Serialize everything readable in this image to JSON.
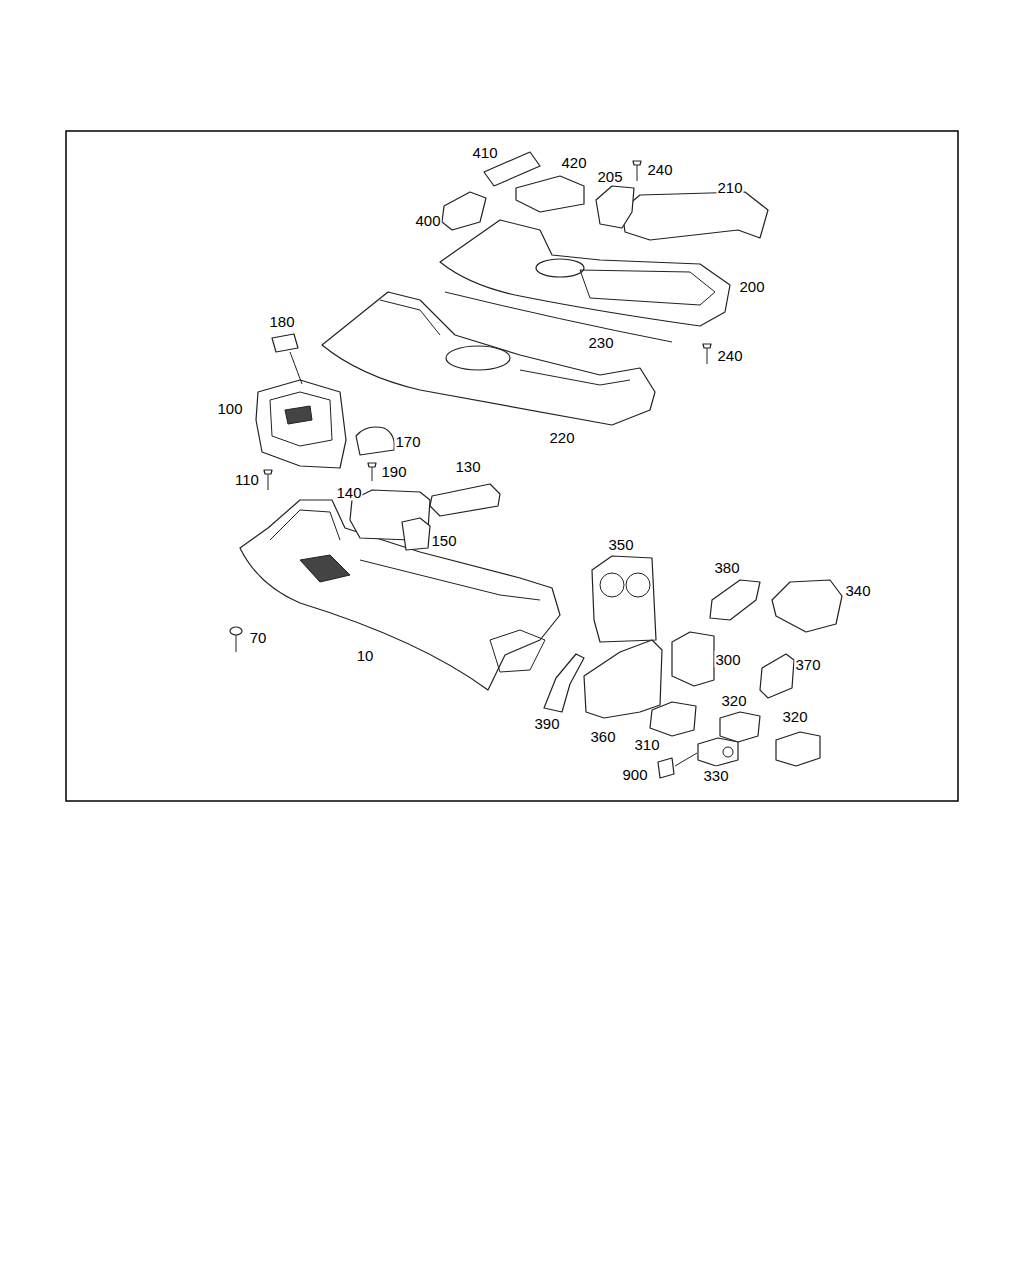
{
  "diagram": {
    "labels": [
      "410",
      "420",
      "205",
      "240",
      "210",
      "400",
      "200",
      "180",
      "230",
      "240",
      "100",
      "170",
      "220",
      "110",
      "190",
      "130",
      "140",
      "150",
      "350",
      "380",
      "340",
      "70",
      "10",
      "300",
      "370",
      "320",
      "320",
      "390",
      "360",
      "310",
      "900",
      "330"
    ]
  }
}
